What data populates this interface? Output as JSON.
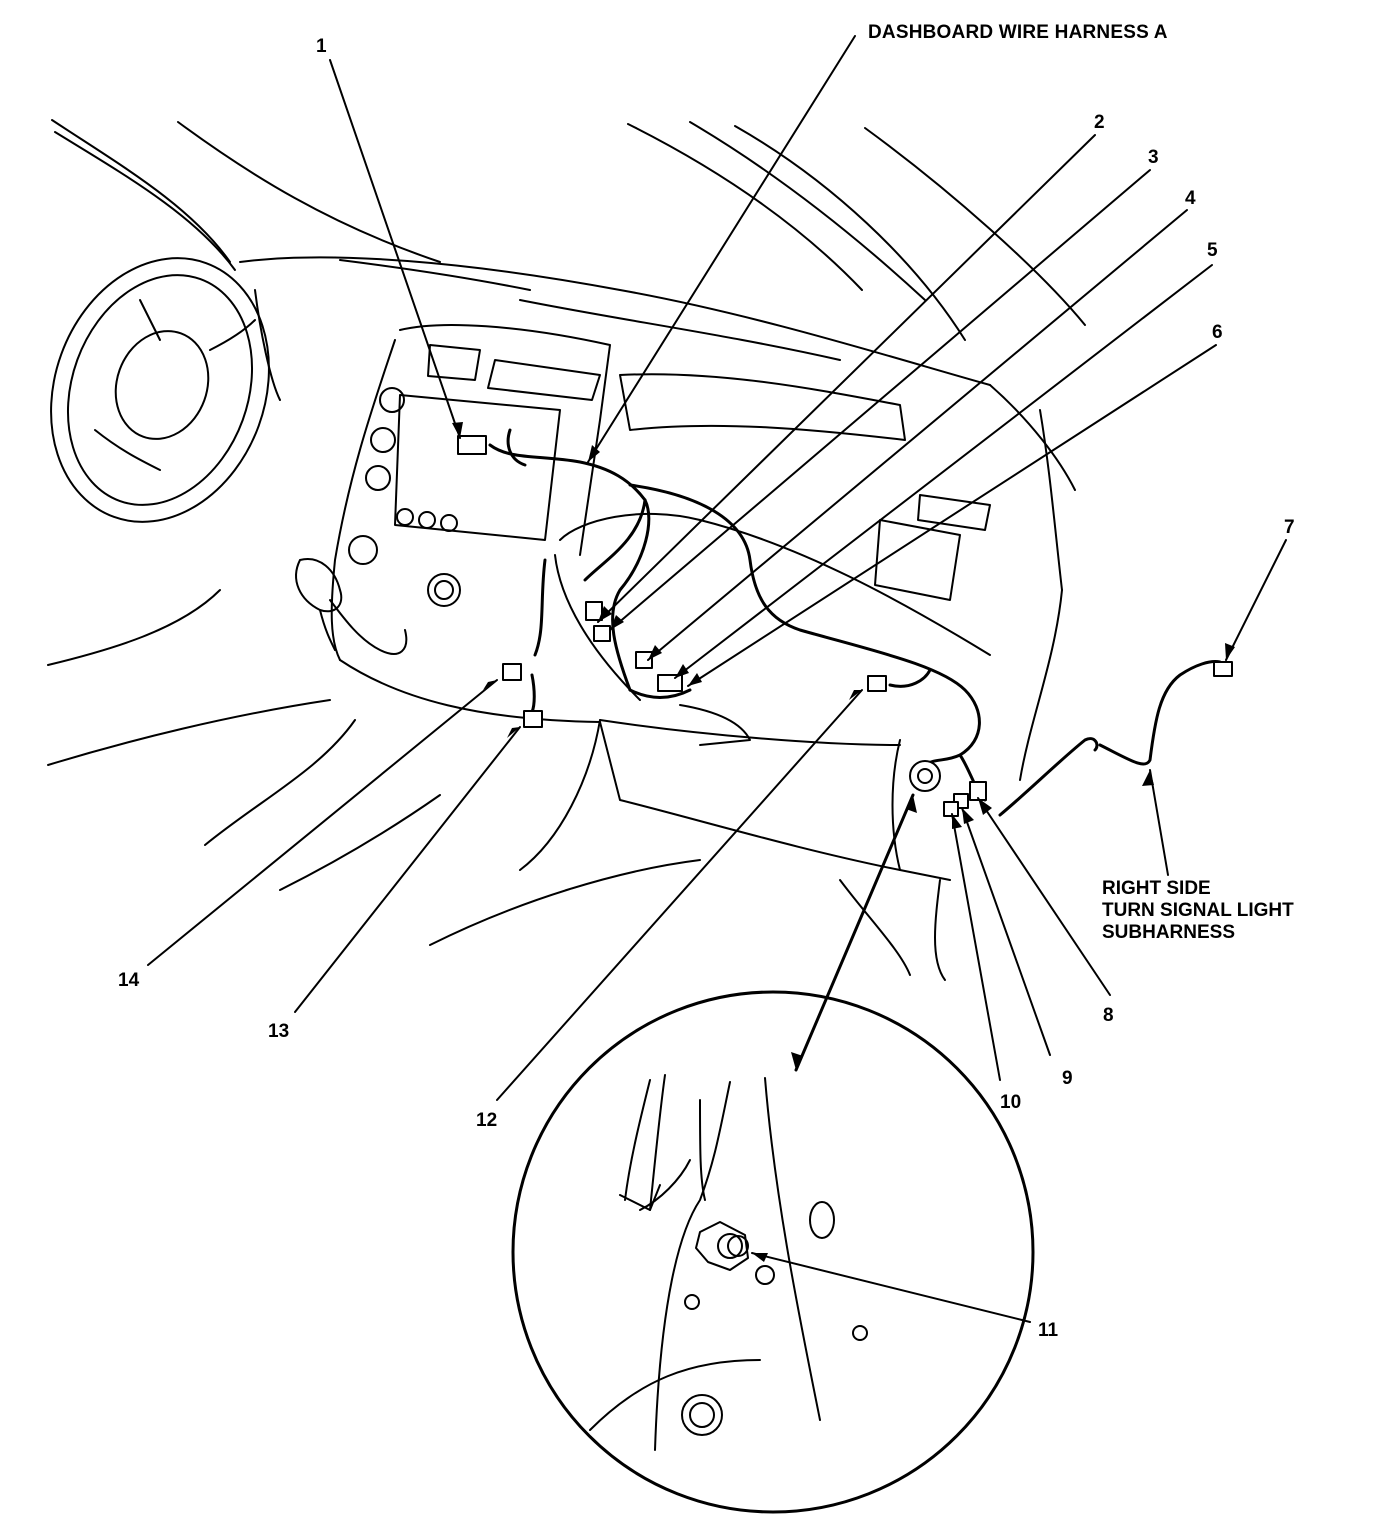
{
  "diagram": {
    "labels": {
      "harness": "DASHBOARD WIRE HARNESS A",
      "subharness_line1": "RIGHT SIDE",
      "subharness_line2": "TURN SIGNAL LIGHT",
      "subharness_line3": "SUBHARNESS"
    },
    "callouts": [
      "1",
      "2",
      "3",
      "4",
      "5",
      "6",
      "7",
      "8",
      "9",
      "10",
      "11",
      "12",
      "13",
      "14"
    ],
    "colors": {
      "line": "#000000",
      "background": "#ffffff"
    }
  }
}
